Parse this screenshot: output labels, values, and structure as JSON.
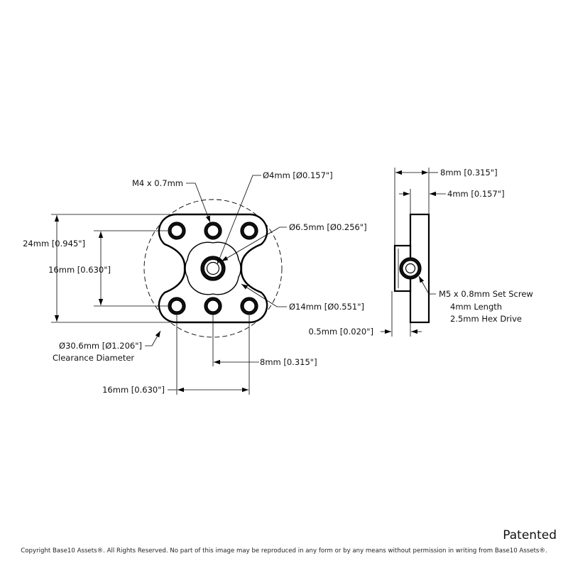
{
  "front_view": {
    "thread_label": "M4 x 0.7mm",
    "bore_label": "Ø4mm [Ø0.157\"]",
    "hub_label": "Ø6.5mm [Ø0.256\"]",
    "boss_label": "Ø14mm [Ø0.551\"]",
    "height_label": "24mm [0.945\"]",
    "row_spacing_label": "16mm [0.630\"]",
    "clearance_label_line1": "Ø30.6mm [Ø1.206\"]",
    "clearance_label_line2": "Clearance Diameter",
    "pitch_label": "8mm [0.315\"]",
    "width_label": "16mm [0.630\"]"
  },
  "side_view": {
    "total_thickness_label": "8mm [0.315\"]",
    "plate_thickness_label": "4mm [0.157\"]",
    "setscrew_line1": "M5 x 0.8mm Set Screw",
    "setscrew_line2": "4mm Length",
    "setscrew_line3": "2.5mm Hex Drive",
    "offset_label": "0.5mm [0.020\"]"
  },
  "footer": {
    "patented": "Patented",
    "copyright": "Copyright Base10 Assets®.  All Rights Reserved. No part of this image may be reproduced in any form or by any means without permission in writing from Base10 Assets®."
  }
}
